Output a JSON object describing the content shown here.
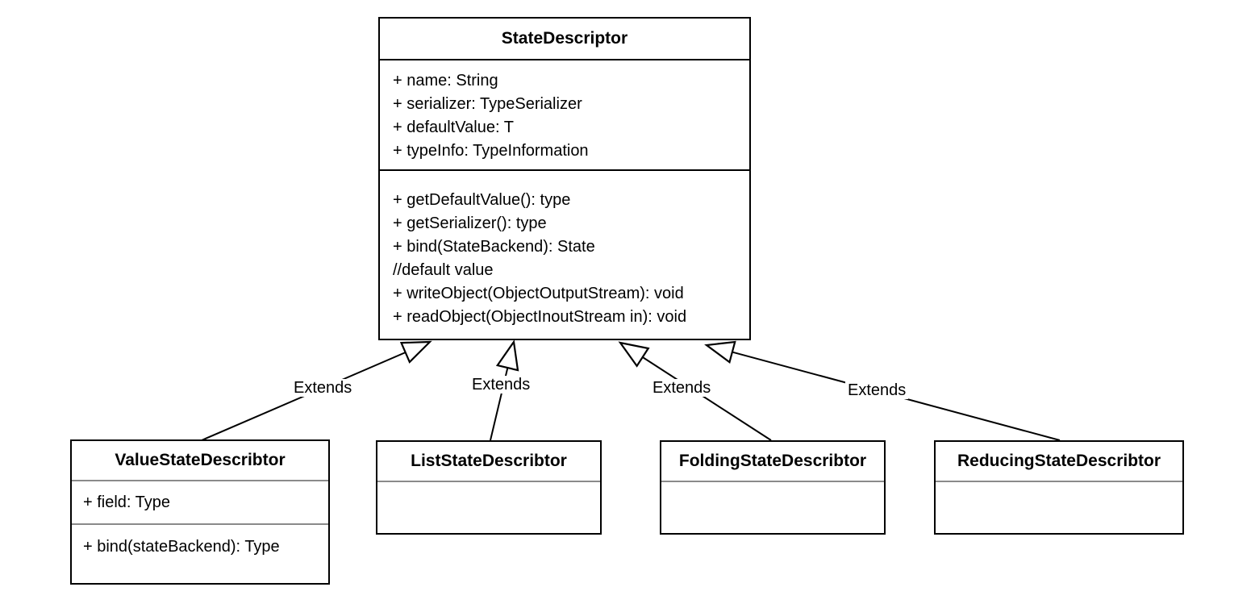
{
  "diagram": {
    "kind": "uml-class-diagram",
    "background_color": "#ffffff",
    "border_color": "#000000",
    "sub_divider_color": "#8a8a8a"
  },
  "classes": [
    {
      "name": "StateDescriptor",
      "attributes": [
        "+ name: String",
        "+ serializer: TypeSerializer",
        "+ defaultValue: T",
        "+ typeInfo: TypeInformation"
      ],
      "methods": [
        "+ getDefaultValue(): type",
        "+ getSerializer(): type",
        "+ bind(StateBackend): State",
        "//default value",
        "+ writeObject(ObjectOutputStream): void",
        "+ readObject(ObjectInoutStream in): void"
      ]
    },
    {
      "name": "ValueStateDescribtor",
      "attributes": [
        "+ field: Type"
      ],
      "methods": [
        "+ bind(stateBackend): Type"
      ]
    },
    {
      "name": "ListStateDescribtor",
      "attributes": [],
      "methods": []
    },
    {
      "name": "FoldingStateDescribtor",
      "attributes": [],
      "methods": []
    },
    {
      "name": "ReducingStateDescribtor",
      "attributes": [],
      "methods": []
    }
  ],
  "relationships": [
    {
      "from": "ValueStateDescribtor",
      "to": "StateDescriptor",
      "label": "Extends"
    },
    {
      "from": "ListStateDescribtor",
      "to": "StateDescriptor",
      "label": "Extends"
    },
    {
      "from": "FoldingStateDescribtor",
      "to": "StateDescriptor",
      "label": "Extends"
    },
    {
      "from": "ReducingStateDescribtor",
      "to": "StateDescriptor",
      "label": "Extends"
    }
  ]
}
